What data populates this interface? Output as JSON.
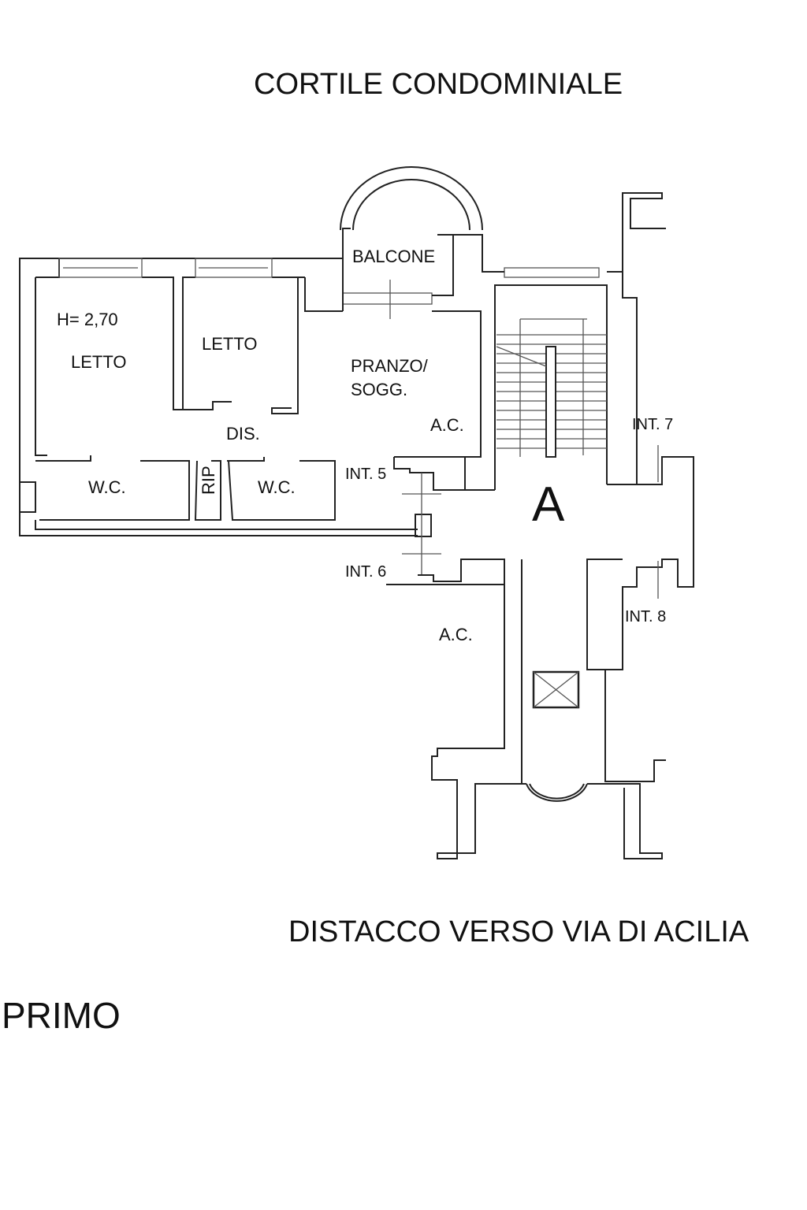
{
  "header": {
    "title": "CORTILE CONDOMINIALE"
  },
  "footer": {
    "street": "DISTACCO VERSO VIA DI ACILIA",
    "floor": "PRIMO"
  },
  "plan": {
    "height_note": "H= 2,70",
    "rooms": {
      "balcone": "BALCONE",
      "letto_1": "LETTO",
      "letto_2": "LETTO",
      "pranzo_line1": "PRANZO/",
      "pranzo_line2": "SOGG.",
      "ac_upper": "A.C.",
      "dis": "DIS.",
      "wc_1": "W.C.",
      "rip": "RIP",
      "wc_2": "W.C.",
      "ac_lower": "A.C."
    },
    "units": {
      "int5": "INT. 5",
      "int6": "INT. 6",
      "int7": "INT. 7",
      "int8": "INT. 8"
    },
    "stair_block": "A"
  }
}
